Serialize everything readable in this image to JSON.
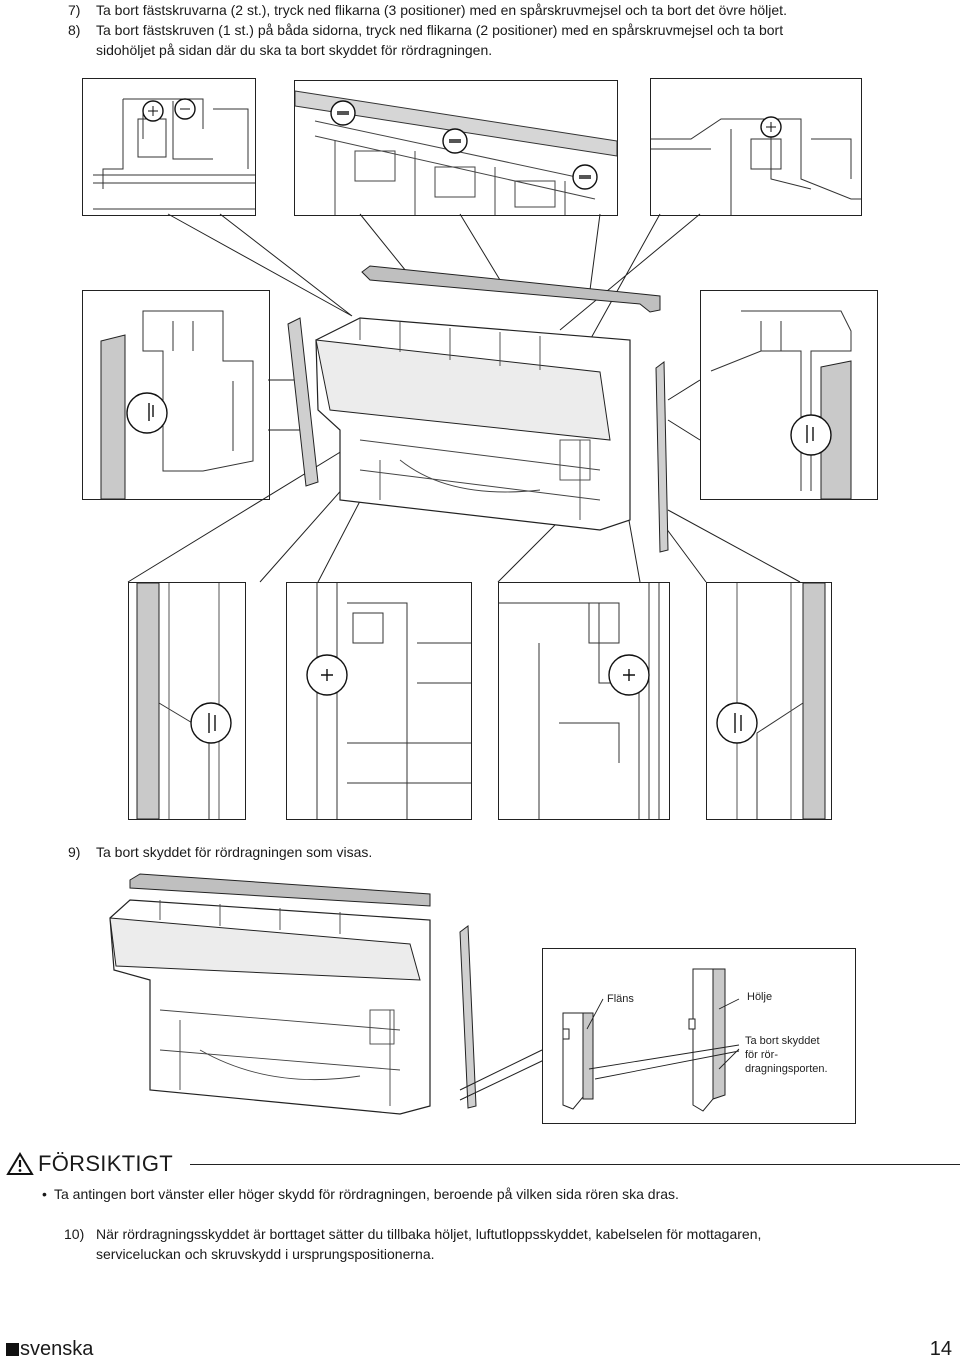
{
  "steps": {
    "s7": {
      "num": "7)",
      "text": "Ta bort fästskruvarna (2 st.), tryck ned flikarna (3 positioner) med en spårskruvmejsel och ta bort det övre höljet."
    },
    "s8": {
      "num": "8)",
      "text_line1": "Ta bort fästskruven (1 st.) på båda sidorna, tryck ned flikarna (2 positioner) med en spårskruvmejsel och ta bort",
      "text_line2": "sidohöljet på sidan där du ska ta bort skyddet för rördragningen."
    },
    "s9": {
      "num": "9)",
      "text": "Ta bort skyddet för rördragningen som visas."
    },
    "s10": {
      "num": "10)",
      "text_line1": "När rördragningsskyddet är borttaget sätter du tillbaka höljet, luftutloppsskyddet, kabelselen för mottagaren,",
      "text_line2": "serviceluckan och skruvskydd i ursprungspositionerna."
    }
  },
  "figure_labels": {
    "flange": "Fläns",
    "casing": "Hölje",
    "remove_line1": "Ta bort skyddet",
    "remove_line2": "för rör-",
    "remove_line3": "dragningsporten."
  },
  "caution": {
    "title": "FÖRSIKTIGT",
    "bullet": "Ta antingen bort vänster eller höger skydd för rördragningen, beroende på vilken sida rören ska dras."
  },
  "footer": {
    "language": "svenska",
    "page": "14"
  }
}
